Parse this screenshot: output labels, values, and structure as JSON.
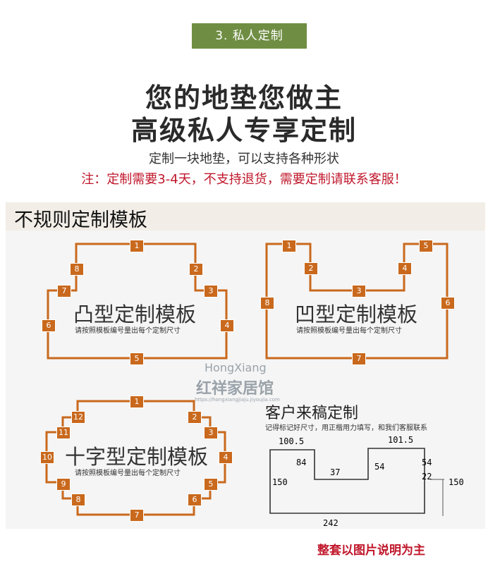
{
  "header": {
    "badge": "3. 私人定制",
    "title_line1": "您的地垫您做主",
    "title_line2": "高级私人专享定制",
    "subtitle": "定制一块地垫，可以支持各种形状",
    "notice": "注：定制需要3-4天，不支持退货，需要定制请联系客服！"
  },
  "section": {
    "title": "不规则定制模板"
  },
  "templates": [
    {
      "name": "凸型定制模板",
      "hint": "请按照模板编号量出每个定制尺寸",
      "labels": [
        "1",
        "2",
        "3",
        "4",
        "5",
        "6",
        "7",
        "8"
      ]
    },
    {
      "name": "凹型定制模板",
      "hint": "请按照模板编号量出每个定制尺寸",
      "labels": [
        "1",
        "2",
        "3",
        "4",
        "5",
        "6",
        "7",
        "8"
      ]
    },
    {
      "name": "十字型定制模板",
      "hint": "请按照模板编号量出每个定制尺寸",
      "labels": [
        "1",
        "2",
        "3",
        "4",
        "5",
        "6",
        "7",
        "8",
        "9",
        "10",
        "11",
        "12"
      ]
    }
  ],
  "watermark": {
    "brand_en": "HongXiang",
    "brand_cn": "红祥家居馆",
    "url": "https://hongxiangjiaju.jiyoujia.com"
  },
  "client_sketch": {
    "title": "客户来稿定制",
    "note": "记得标记好尺寸，用正楷用力填写，和我们客服联系",
    "measurements": [
      "100.5",
      "84",
      "37",
      "54",
      "101.5",
      "54",
      "22",
      "150",
      "150",
      "242"
    ]
  },
  "footer": {
    "note": "整套以图片说明为主"
  },
  "colors": {
    "accent": "#6f8e43",
    "outline": "#c9691d",
    "warning": "#c0172b"
  }
}
